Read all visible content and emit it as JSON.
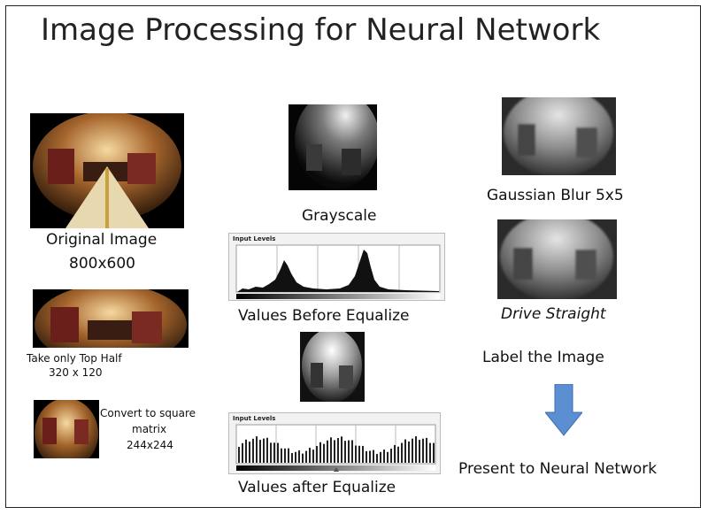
{
  "slide": {
    "title": "Image Processing for Neural Network",
    "labels": {
      "original_title": "Original Image",
      "original_size": "800x600",
      "top_half_title": "Take only Top Half",
      "top_half_size": "320 x 120",
      "square_title": "Convert to square",
      "square_title2": "matrix",
      "square_size": "244x244",
      "grayscale": "Grayscale",
      "before_equalize": "Values Before Equalize",
      "after_equalize": "Values after Equalize",
      "gaussian": "Gaussian Blur 5x5",
      "drive_straight": "Drive Straight",
      "label_image": "Label the Image",
      "present": "Present to Neural Network"
    },
    "histograms": {
      "caption": "Input Levels"
    },
    "colors": {
      "arrow": "#5b8fd1",
      "border": "#222222"
    }
  }
}
